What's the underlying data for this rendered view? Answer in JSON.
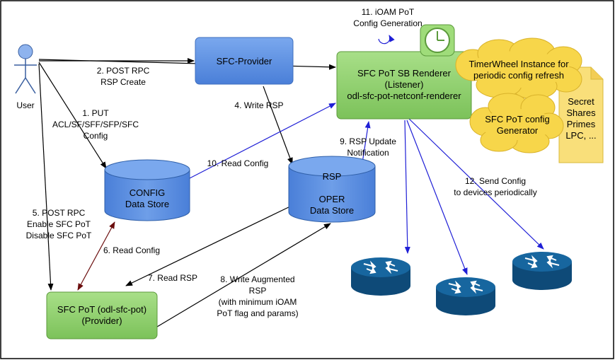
{
  "actor": {
    "label": "User"
  },
  "nodes": {
    "sfc_provider": {
      "label": "SFC-Provider"
    },
    "renderer": {
      "lines": [
        "SFC PoT SB Renderer",
        "(Listener)",
        "odl-sfc-pot-netconf-renderer"
      ]
    },
    "pot_provider": {
      "lines": [
        "SFC PoT (odl-sfc-pot)",
        "(Provider)"
      ]
    },
    "config_store": {
      "lines": [
        "CONFIG",
        "Data Store"
      ]
    },
    "oper_store": {
      "top": "RSP",
      "lines": [
        "OPER",
        "Data Store"
      ]
    },
    "timerwheel_cloud": {
      "lines": [
        "TimerWheel Instance for",
        "periodic config refresh"
      ]
    },
    "generator_cloud": {
      "lines": [
        "SFC PoT config",
        "Generator"
      ]
    },
    "secret_note": {
      "lines": [
        "Secret",
        "Shares",
        "Primes",
        "LPC, ..."
      ]
    }
  },
  "edges": {
    "e1": {
      "lines": [
        "1. PUT",
        "ACL/SF/SFF/SFP/SFC",
        "Config"
      ]
    },
    "e2": {
      "lines": [
        "2. POST RPC",
        "RSP Create"
      ]
    },
    "e4": {
      "lines": [
        "4. Write RSP"
      ]
    },
    "e5": {
      "lines": [
        "5. POST RPC",
        "Enable SFC PoT",
        "Disable SFC PoT"
      ]
    },
    "e6": {
      "lines": [
        "6. Read Config"
      ]
    },
    "e7": {
      "lines": [
        "7. Read RSP"
      ]
    },
    "e8": {
      "lines": [
        "8. Write Augmented",
        "RSP",
        "(with minimum iOAM",
        "PoT flag and params)"
      ]
    },
    "e9": {
      "lines": [
        "9. RSP Update",
        "Notification"
      ]
    },
    "e10": {
      "lines": [
        "10. Read Config"
      ]
    },
    "e11": {
      "lines": [
        "11. iOAM PoT",
        "Config Generation"
      ]
    },
    "e12": {
      "lines": [
        "12. Send Config",
        "to devices periodically"
      ]
    }
  },
  "colors": {
    "blue_box": "#5b8fe0",
    "green_box": "#8fd06e",
    "cloud": "#f7d64a",
    "note": "#f9df7a",
    "router": "#0e4a78",
    "blue_arrow": "#1f1fd6",
    "darkred_arrow": "#6b0d0d"
  }
}
